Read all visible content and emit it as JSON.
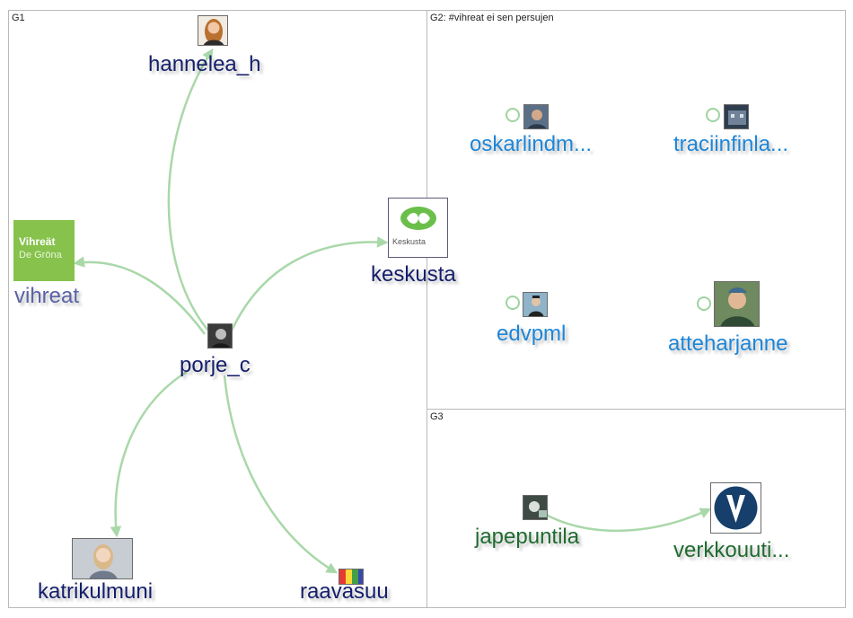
{
  "colors": {
    "g1_label": "#141e6b",
    "g1_vihreat_label": "#5a62a6",
    "g2_label": "#1d86d8",
    "g3_label": "#1f6b2f",
    "edge": "#a9d8a9"
  },
  "groups": [
    {
      "id": "G1",
      "title": "G1"
    },
    {
      "id": "G2",
      "title": "G2: #vihreat ei sen persujen"
    },
    {
      "id": "G3",
      "title": "G3"
    }
  ],
  "nodes": {
    "hannelea_h": "hannelea_h",
    "vihreat": "vihreat",
    "keskusta": "keskusta",
    "porje_c": "porje_c",
    "katrikulmuni": "katrikulmuni",
    "raavasuu": "raavasuu",
    "oskarlindm": "oskarlindm...",
    "traciinfinla": "traciinfinla...",
    "edvpml": "edvpml",
    "atteharjanne": "atteharjanne",
    "japepuntila": "japepuntila",
    "verkkouuti": "verkkouuti..."
  },
  "logos": {
    "vihreat_line1": "Vihreät",
    "vihreat_line2": "De Gröna",
    "keskusta_text": "Keskusta"
  },
  "edges": [
    {
      "from": "porje_c",
      "to": "hannelea_h"
    },
    {
      "from": "porje_c",
      "to": "vihreat"
    },
    {
      "from": "porje_c",
      "to": "keskusta"
    },
    {
      "from": "porje_c",
      "to": "katrikulmuni"
    },
    {
      "from": "porje_c",
      "to": "raavasuu"
    },
    {
      "from": "japepuntila",
      "to": "verkkouuti"
    }
  ]
}
